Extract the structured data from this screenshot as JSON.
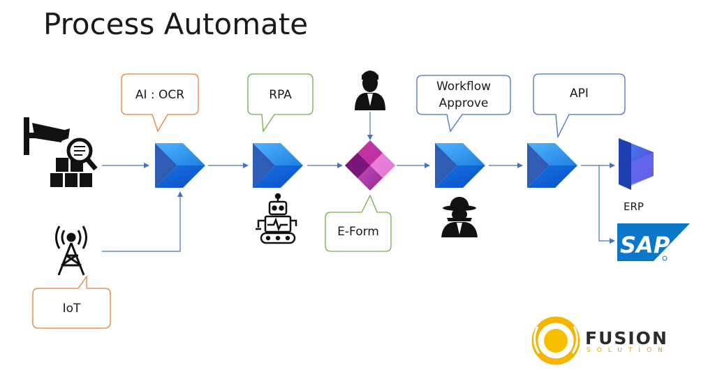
{
  "title": "Process Automate",
  "callouts": {
    "ai_ocr": "AI : OCR",
    "rpa": "RPA",
    "workflow_line1": "Workflow",
    "workflow_line2": "Approve",
    "api": "API",
    "eform": "E-Form",
    "iot": "IoT"
  },
  "targets": {
    "erp": "ERP",
    "sap": "SAP"
  },
  "logo": {
    "name": "FUSION",
    "tagline": "SOLUTION"
  },
  "colors": {
    "orange_outline": "#ed7d31",
    "green_outline": "#70ad47",
    "blue_outline": "#4472c4",
    "connector": "#4472c4",
    "power_automate_light": "#2f9bf0",
    "power_automate_dark": "#0b53ce",
    "power_apps": "#b62a9b",
    "sap_blue": "#0b77c9",
    "dynamics": "#2a61e0"
  },
  "icons": [
    "cctv-camera-icon",
    "inspection-icon",
    "radio-tower-icon",
    "power-automate-icon",
    "robot-icon",
    "businessman-icon",
    "power-apps-icon",
    "spy-icon",
    "dynamics-365-icon",
    "sap-logo-icon",
    "fusion-logo-icon"
  ]
}
